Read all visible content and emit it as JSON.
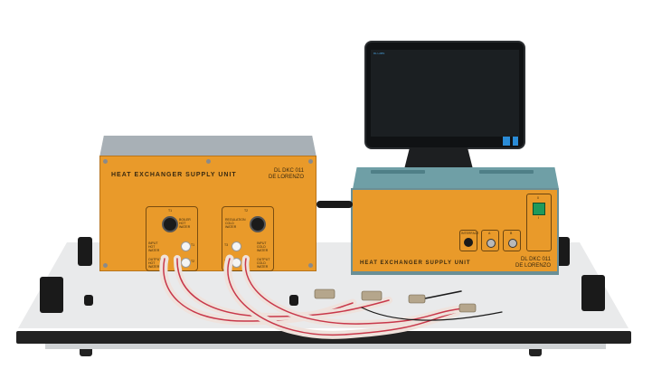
{
  "scene": {
    "description": "Laboratory training bench with heat exchanger supply units, a touchscreen monitor, and cabling on a base plate",
    "background_color": "#ffffff",
    "accent_colors": {
      "unit_orange": "#e99a2a",
      "left_unit_top": "#a8b0b6",
      "right_unit_frame": "#6a8f96",
      "power_switch_green": "#1f9a5b",
      "plate": "#e9eaeb",
      "cable_red": "#c8384a",
      "cable_sheath": "#f0e4de"
    }
  },
  "left_unit": {
    "title": "HEAT EXCHANGER SUPPLY UNIT",
    "model": "DL DKC 011",
    "brand": "DE LORENZO",
    "panel_left": {
      "top_label": "T1",
      "knob_label": "BOILER HOT WATER",
      "ports": [
        "INPUT HOT WATER",
        "OUTPUT HOT WATER"
      ],
      "port_tags": [
        "T1",
        "T2"
      ]
    },
    "panel_right": {
      "top_label": "T2",
      "knob_label": "REGULATION COLD WATER",
      "ports": [
        "INPUT COLD WATER",
        "OUTPUT COLD WATER"
      ],
      "port_tags": [
        "T3",
        "T4"
      ]
    }
  },
  "right_unit": {
    "title": "HEAT EXCHANGER SUPPLY UNIT",
    "model": "DL DKC 011",
    "brand": "DE LORENZO",
    "sockets": [
      {
        "label": "INTERFACE",
        "type": "round-socket"
      },
      {
        "label": "A",
        "type": "connector"
      },
      {
        "label": "B",
        "type": "connector"
      }
    ],
    "power_switch": {
      "state": "on",
      "top_mark": "0",
      "bottom_mark": "I"
    }
  },
  "monitor": {
    "screen_state": "off",
    "corner_text": "DL LABS",
    "stickers": [
      "intel",
      "windows"
    ]
  }
}
